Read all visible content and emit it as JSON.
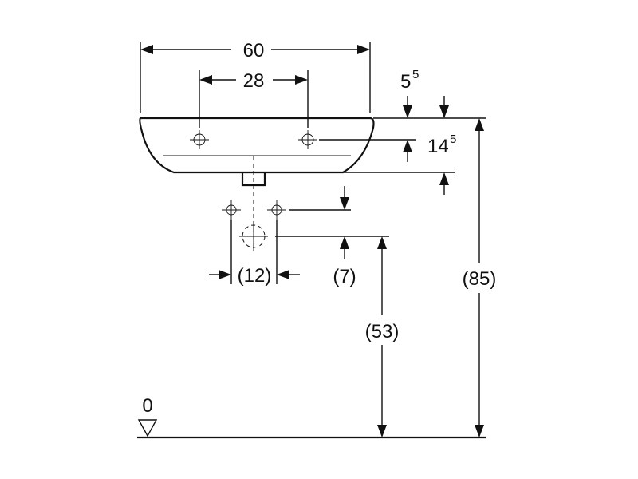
{
  "dimensions": {
    "width_total": "60",
    "hole_spacing": "28",
    "rim_offset_main": "5",
    "rim_offset_sup": "5",
    "hole_depth_main": "14",
    "hole_depth_sup": "5",
    "supply_spacing": "(12)",
    "waste_offset": "(7)",
    "waste_height": "(53)",
    "rim_height": "(85)"
  },
  "floor_level": "0",
  "colors": {
    "ink": "#111111",
    "background": "#ffffff"
  }
}
